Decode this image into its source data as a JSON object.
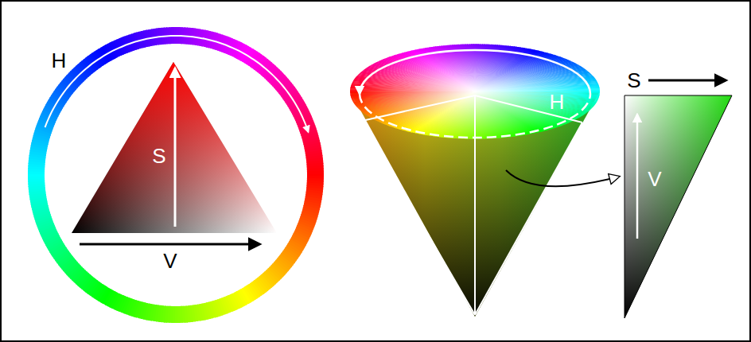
{
  "diagram": {
    "labels": [
      "H",
      "S",
      "V",
      "H",
      "S",
      "V"
    ]
  }
}
